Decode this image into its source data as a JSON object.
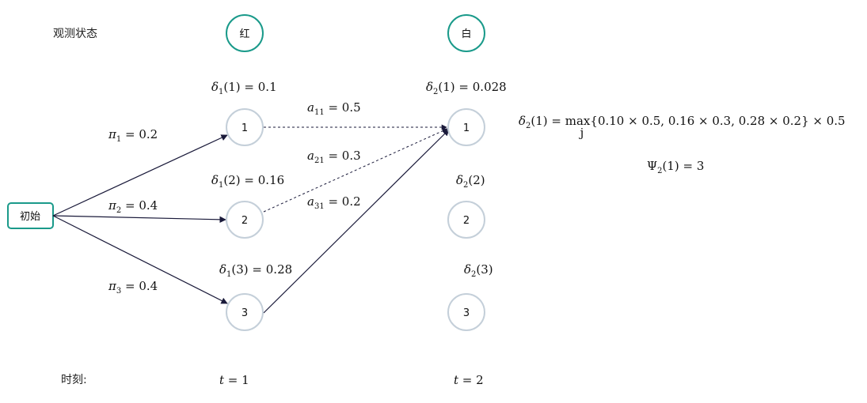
{
  "labels": {
    "observed": "观测状态",
    "time": "时刻:",
    "start": "初始"
  },
  "observations": [
    "红",
    "白"
  ],
  "times": {
    "t1": {
      "var": "t",
      "eq": " = 1"
    },
    "t2": {
      "var": "t",
      "eq": " = 2"
    }
  },
  "states_t1": [
    "1",
    "2",
    "3"
  ],
  "states_t2": [
    "1",
    "2",
    "3"
  ],
  "pi": [
    {
      "sym": "π",
      "sub": "1",
      "eq": " = 0.2"
    },
    {
      "sym": "π",
      "sub": "2",
      "eq": " = 0.4"
    },
    {
      "sym": "π",
      "sub": "3",
      "eq": " = 0.4"
    }
  ],
  "delta_t1": [
    {
      "sym": "δ",
      "sub": "1",
      "arg": "(1)",
      "eq": " = 0.1"
    },
    {
      "sym": "δ",
      "sub": "1",
      "arg": "(2)",
      "eq": " = 0.16"
    },
    {
      "sym": "δ",
      "sub": "1",
      "arg": "(3)",
      "eq": " = 0.28"
    }
  ],
  "delta_t2": [
    {
      "sym": "δ",
      "sub": "2",
      "arg": "(1)",
      "eq": " = 0.028"
    },
    {
      "sym": "δ",
      "sub": "2",
      "arg": "(2)",
      "eq": ""
    },
    {
      "sym": "δ",
      "sub": "2",
      "arg": "(3)",
      "eq": ""
    }
  ],
  "transitions": [
    {
      "sym": "a",
      "sub": "11",
      "eq": " = 0.5"
    },
    {
      "sym": "a",
      "sub": "21",
      "eq": " = 0.3"
    },
    {
      "sym": "a",
      "sub": "31",
      "eq": " = 0.2"
    }
  ],
  "formula": {
    "lhs_sym": "δ",
    "lhs_sub": "2",
    "lhs_arg": "(1) = ",
    "op": "max",
    "op_sub": "j",
    "body": "{0.10 × 0.5, 0.16 × 0.3, 0.28 × 0.2} × 0.5"
  },
  "psi": {
    "sym": "Ψ",
    "sub": "2",
    "arg": "(1) = 3"
  },
  "colors": {
    "observation_stroke": "#1a9a8a",
    "state_stroke": "#c4cfd9",
    "start_stroke": "#1a9a8a",
    "arrow": "#1a1a3a"
  }
}
